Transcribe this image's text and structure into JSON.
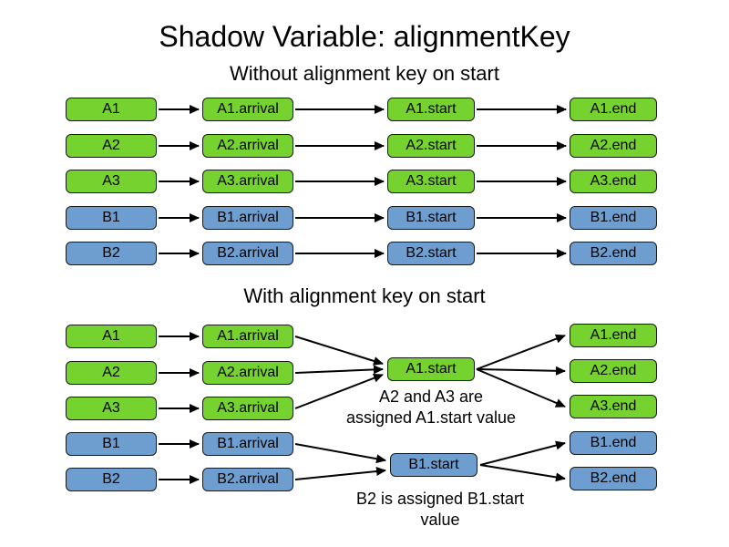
{
  "title": "Shadow Variable: alignmentKey",
  "colors": {
    "green": "#76d22e",
    "blue": "#6d9ecf",
    "border": "#1a1a1a"
  },
  "without": {
    "heading": "Without alignment key on start",
    "rows": [
      {
        "entity": "A1",
        "arrival": "A1.arrival",
        "start": "A1.start",
        "end": "A1.end",
        "color": "green"
      },
      {
        "entity": "A2",
        "arrival": "A2.arrival",
        "start": "A2.start",
        "end": "A2.end",
        "color": "green"
      },
      {
        "entity": "A3",
        "arrival": "A3.arrival",
        "start": "A3.start",
        "end": "A3.end",
        "color": "green"
      },
      {
        "entity": "B1",
        "arrival": "B1.arrival",
        "start": "B1.start",
        "end": "B1.end",
        "color": "blue"
      },
      {
        "entity": "B2",
        "arrival": "B2.arrival",
        "start": "B2.start",
        "end": "B2.end",
        "color": "blue"
      }
    ]
  },
  "with": {
    "heading": "With alignment key on start",
    "entities": [
      {
        "label": "A1",
        "color": "green"
      },
      {
        "label": "A2",
        "color": "green"
      },
      {
        "label": "A3",
        "color": "green"
      },
      {
        "label": "B1",
        "color": "blue"
      },
      {
        "label": "B2",
        "color": "blue"
      }
    ],
    "arrivals": [
      {
        "label": "A1.arrival",
        "color": "green"
      },
      {
        "label": "A2.arrival",
        "color": "green"
      },
      {
        "label": "A3.arrival",
        "color": "green"
      },
      {
        "label": "B1.arrival",
        "color": "blue"
      },
      {
        "label": "B2.arrival",
        "color": "blue"
      }
    ],
    "starts": [
      {
        "label": "A1.start",
        "color": "green"
      },
      {
        "label": "B1.start",
        "color": "blue"
      }
    ],
    "ends": [
      {
        "label": "A1.end",
        "color": "green"
      },
      {
        "label": "A2.end",
        "color": "green"
      },
      {
        "label": "A3.end",
        "color": "green"
      },
      {
        "label": "B1.end",
        "color": "blue"
      },
      {
        "label": "B2.end",
        "color": "blue"
      }
    ],
    "annotations": [
      "A2 and A3 are\nassigned A1.start value",
      "B2 is assigned B1.start\nvalue"
    ]
  }
}
